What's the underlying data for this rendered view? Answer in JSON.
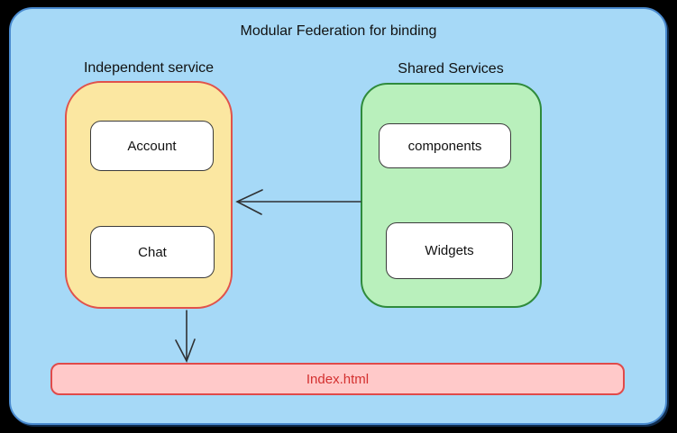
{
  "diagram": {
    "title": "Modular Federation for binding",
    "canvas": {
      "fill": "#A6D9F7",
      "border": "#4A8BD0",
      "page_background": "#000000"
    },
    "groups": [
      {
        "id": "independent-service",
        "label": "Independent service",
        "fill": "#FBE7A1",
        "border": "#E0524B",
        "nodes": [
          {
            "id": "account",
            "label": "Account"
          },
          {
            "id": "chat",
            "label": "Chat"
          }
        ]
      },
      {
        "id": "shared-services",
        "label": "Shared Services",
        "fill": "#B9F0BC",
        "border": "#2F8B3C",
        "nodes": [
          {
            "id": "components",
            "label": "components"
          },
          {
            "id": "widgets",
            "label": "Widgets"
          }
        ]
      }
    ],
    "footer": {
      "id": "index-html",
      "label": "Index.html",
      "fill": "#FFC9C9",
      "border": "#E04A4A",
      "text_color": "#D3302F"
    },
    "arrows": [
      {
        "from": "shared-services",
        "to": "independent-service",
        "direction": "left",
        "style": "open-head"
      },
      {
        "from": "independent-service",
        "to": "index-html",
        "direction": "down",
        "style": "open-head"
      }
    ]
  }
}
